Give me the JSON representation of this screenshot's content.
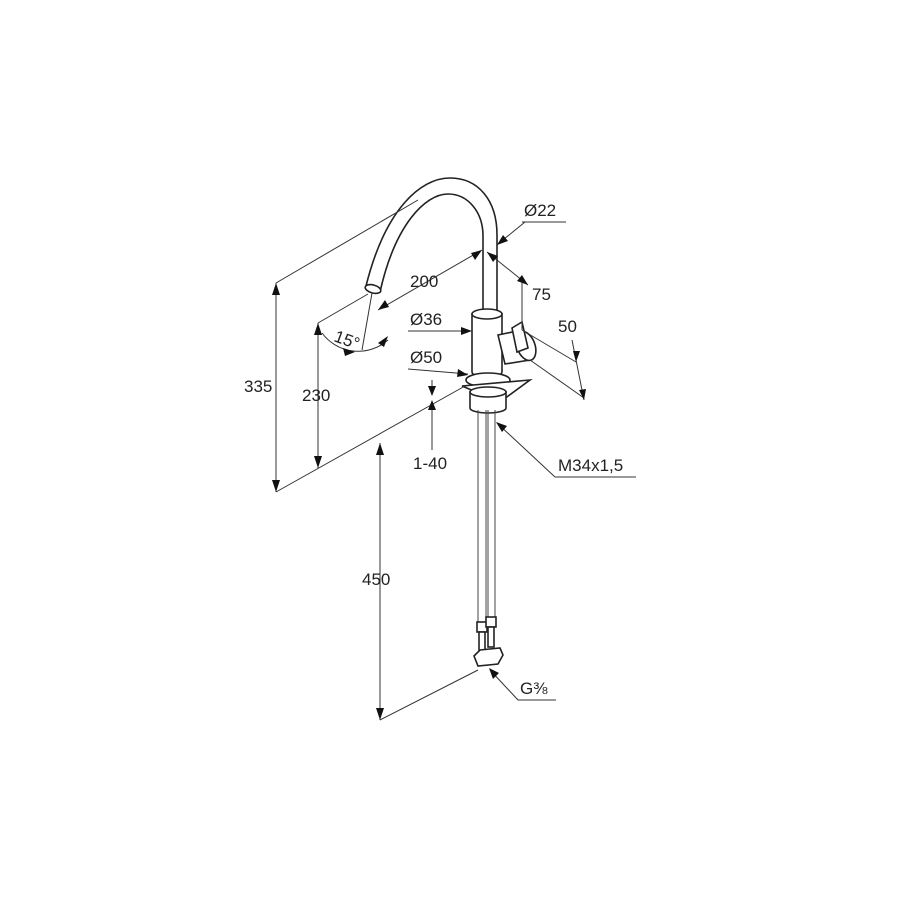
{
  "drawing": {
    "subject": "faucet-dimension-drawing",
    "labels": {
      "spout_diameter": "Ø22",
      "spout_reach": "200",
      "handle_offset": "75",
      "handle_depth": "50",
      "body_diameter": "Ø36",
      "base_diameter": "Ø50",
      "total_height": "335",
      "outlet_height": "230",
      "spout_angle": "15°",
      "deck_thickness": "1-40",
      "mounting_thread": "M34x1,5",
      "hose_length": "450",
      "connection_thread": "G⅜"
    }
  }
}
